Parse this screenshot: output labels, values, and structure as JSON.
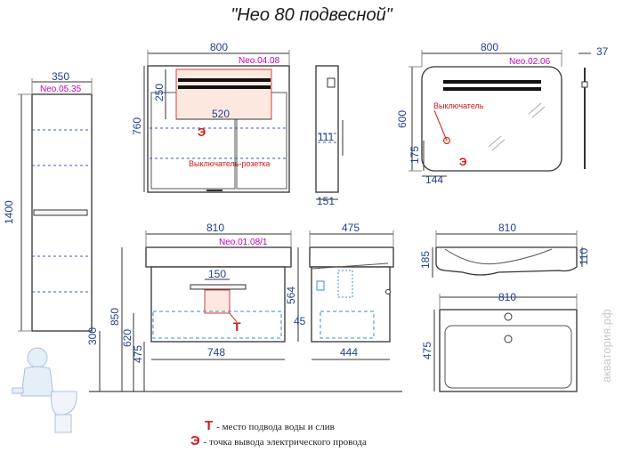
{
  "title": "\"Нео 80 подвесной\"",
  "models": {
    "column": "Neo.05.35",
    "mirror_cabinet": "Neo.04.08",
    "mirror": "Neo.02.06",
    "vanity": "Neo.01.08/1"
  },
  "dims": {
    "column_width": "350",
    "column_height": "1400",
    "column_floor": "300",
    "cabinet_width": "800",
    "cabinet_height": "760",
    "cabinet_lamp_h": "250",
    "cabinet_lamp_w": "520",
    "cabinet_side_111": "111",
    "cabinet_side_151": "151",
    "mirror_width": "800",
    "mirror_depth": "37",
    "mirror_height": "600",
    "mirror_175": "175",
    "mirror_144": "144",
    "vanity_810": "810",
    "vanity_150": "150",
    "vanity_850": "850",
    "vanity_620": "620",
    "vanity_475": "475",
    "vanity_564": "564",
    "vanity_748": "748",
    "side_475": "475",
    "side_45": "45",
    "side_444": "444",
    "sink_810_top": "810",
    "sink_185": "185",
    "sink_110": "110",
    "sink_810_plan": "810",
    "sink_475_plan": "475"
  },
  "labels": {
    "switch_socket": "Выключатель-розетка",
    "switch": "Выключатель",
    "e_mark": "Э",
    "t_mark": "Т"
  },
  "legend": {
    "t_mark": "Т",
    "t_text": "- место подвода воды и слив",
    "e_mark": "Э",
    "e_text": "-  точка вывода электрического провода"
  },
  "watermark": "акватория.рф",
  "colors": {
    "dimension": "#1f3f8f",
    "model_tag": "#c000c0",
    "accent_red": "#d01818",
    "outline": "#333333"
  }
}
